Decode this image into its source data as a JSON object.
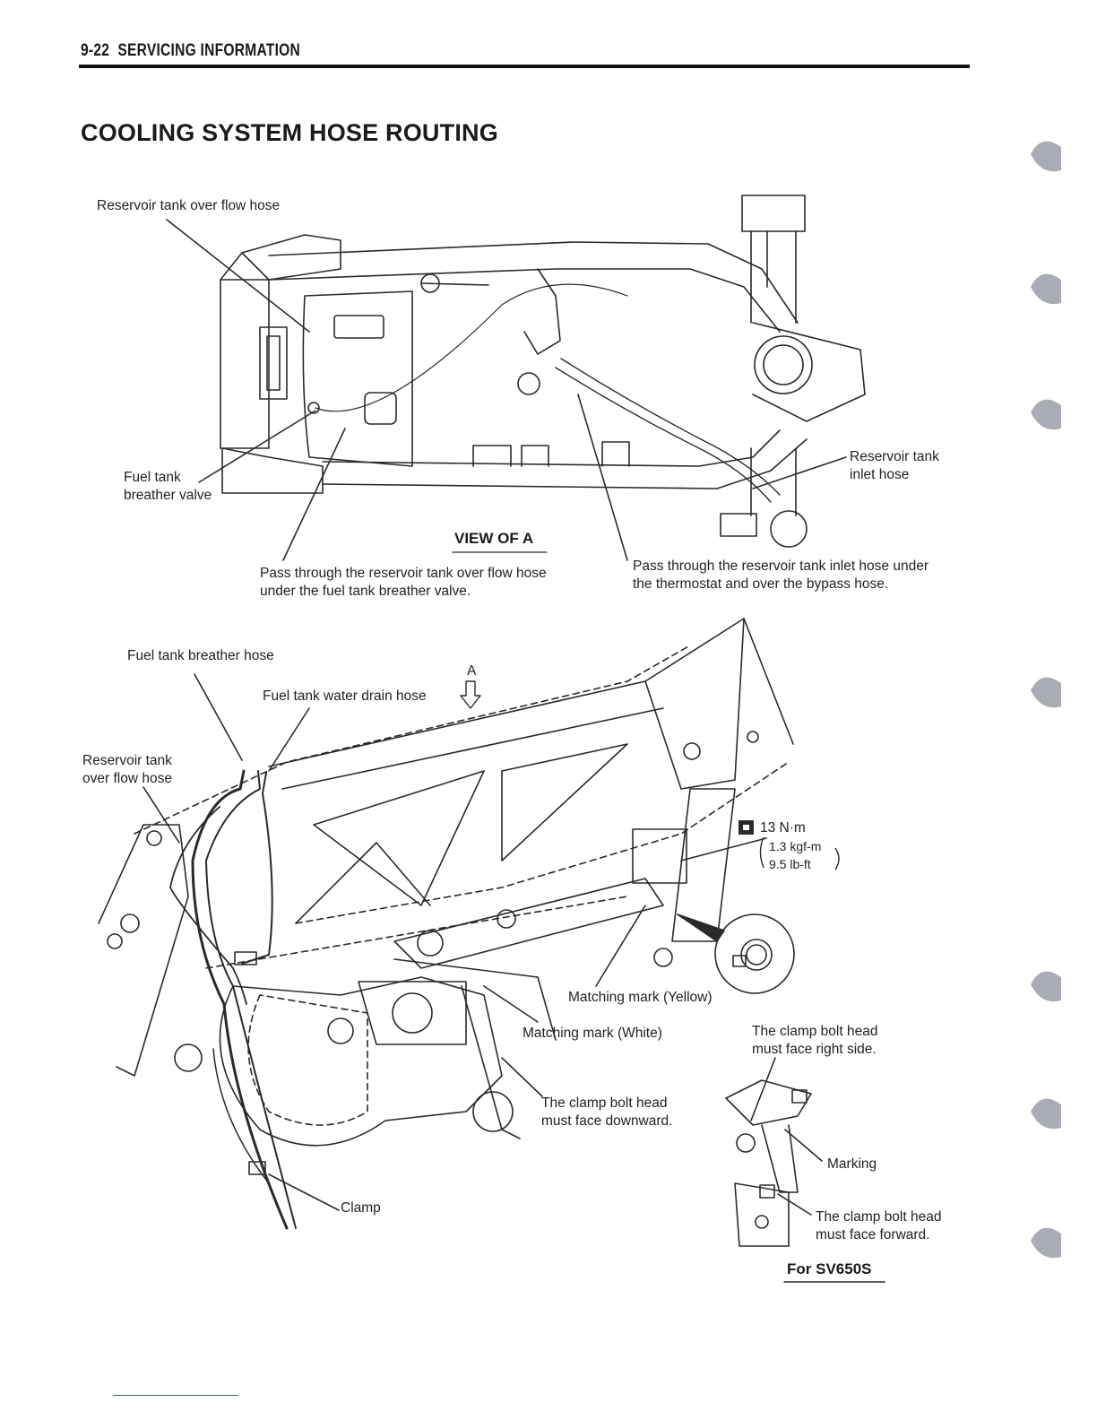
{
  "header": {
    "section": "9-22",
    "title": "SERVICING INFORMATION"
  },
  "page_title": "COOLING SYSTEM HOSE ROUTING",
  "top_view": {
    "labels": {
      "reservoir_overflow": "Reservoir tank over flow hose",
      "fuel_breather_valve": "Fuel tank\nbreather valve",
      "reservoir_inlet": "Reservoir tank\ninlet hose",
      "view_caption": "VIEW OF A",
      "note_left": "Pass through the reservoir tank over flow hose\nunder the fuel tank breather valve.",
      "note_right": "Pass through the reservoir tank inlet hose under\nthe thermostat and over the bypass hose."
    }
  },
  "side_view": {
    "labels": {
      "breather_hose": "Fuel tank breather hose",
      "water_drain": "Fuel tank water drain hose",
      "arrow_letter": "A",
      "reservoir_overflow": "Reservoir tank\nover flow hose",
      "torque_nm": "13 N·m",
      "torque_kgf": "1.3 kgf-m",
      "torque_lbft": "9.5 lb-ft",
      "mark_yellow": "Matching mark (Yellow)",
      "mark_white": "Matching mark (White)",
      "clamp_down": "The clamp bolt head\nmust face downward.",
      "clamp": "Clamp",
      "clamp_right": "The clamp bolt head\nmust face right side.",
      "marking": "Marking",
      "clamp_forward": "The clamp bolt head\nmust face forward.",
      "sv650s": "For SV650S"
    }
  },
  "colors": {
    "line": "#2a2a2a",
    "thumb_tab": "#a9adb3",
    "rule": "#111111"
  }
}
